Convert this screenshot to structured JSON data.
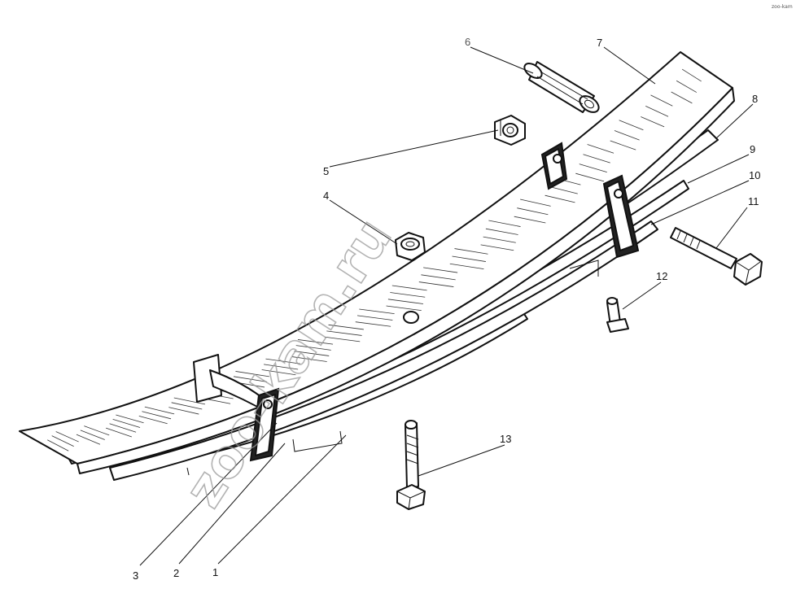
{
  "diagram": {
    "callouts": [
      {
        "id": "1",
        "label": "1"
      },
      {
        "id": "2",
        "label": "2"
      },
      {
        "id": "3",
        "label": "3"
      },
      {
        "id": "4",
        "label": "4"
      },
      {
        "id": "5",
        "label": "5"
      },
      {
        "id": "6",
        "label": "6"
      },
      {
        "id": "7",
        "label": "7"
      },
      {
        "id": "8",
        "label": "8"
      },
      {
        "id": "9",
        "label": "9"
      },
      {
        "id": "10",
        "label": "10"
      },
      {
        "id": "11",
        "label": "11"
      },
      {
        "id": "12",
        "label": "12"
      },
      {
        "id": "13",
        "label": "13"
      }
    ]
  },
  "watermark": {
    "text": "zoo-kam.ru"
  },
  "corner_mark": {
    "text": "zoo-kam"
  }
}
